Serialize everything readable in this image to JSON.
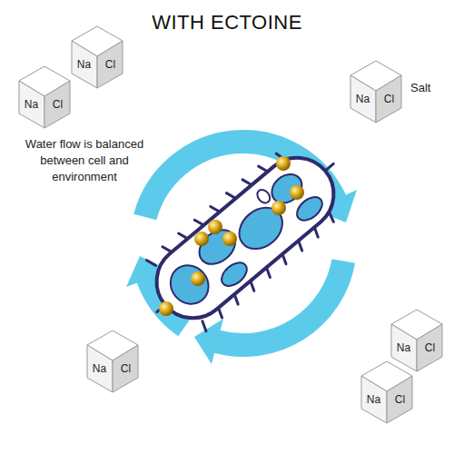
{
  "diagram": {
    "title": "WITH ECTOINE",
    "nodes": [
      {
        "text": [
          "Na",
          "Cl"
        ]
      },
      {
        "text": [
          "Na",
          "Cl"
        ]
      },
      {
        "text": [
          "Na",
          "Cl"
        ]
      },
      {
        "text": [
          "Na",
          "Cl"
        ]
      },
      {
        "text": [
          "Na",
          "Cl"
        ]
      },
      {
        "text": [
          "Na",
          "Cl"
        ]
      }
    ],
    "labels": [
      "Salt",
      "Water flow is balanced between cell and environment"
    ]
  }
}
